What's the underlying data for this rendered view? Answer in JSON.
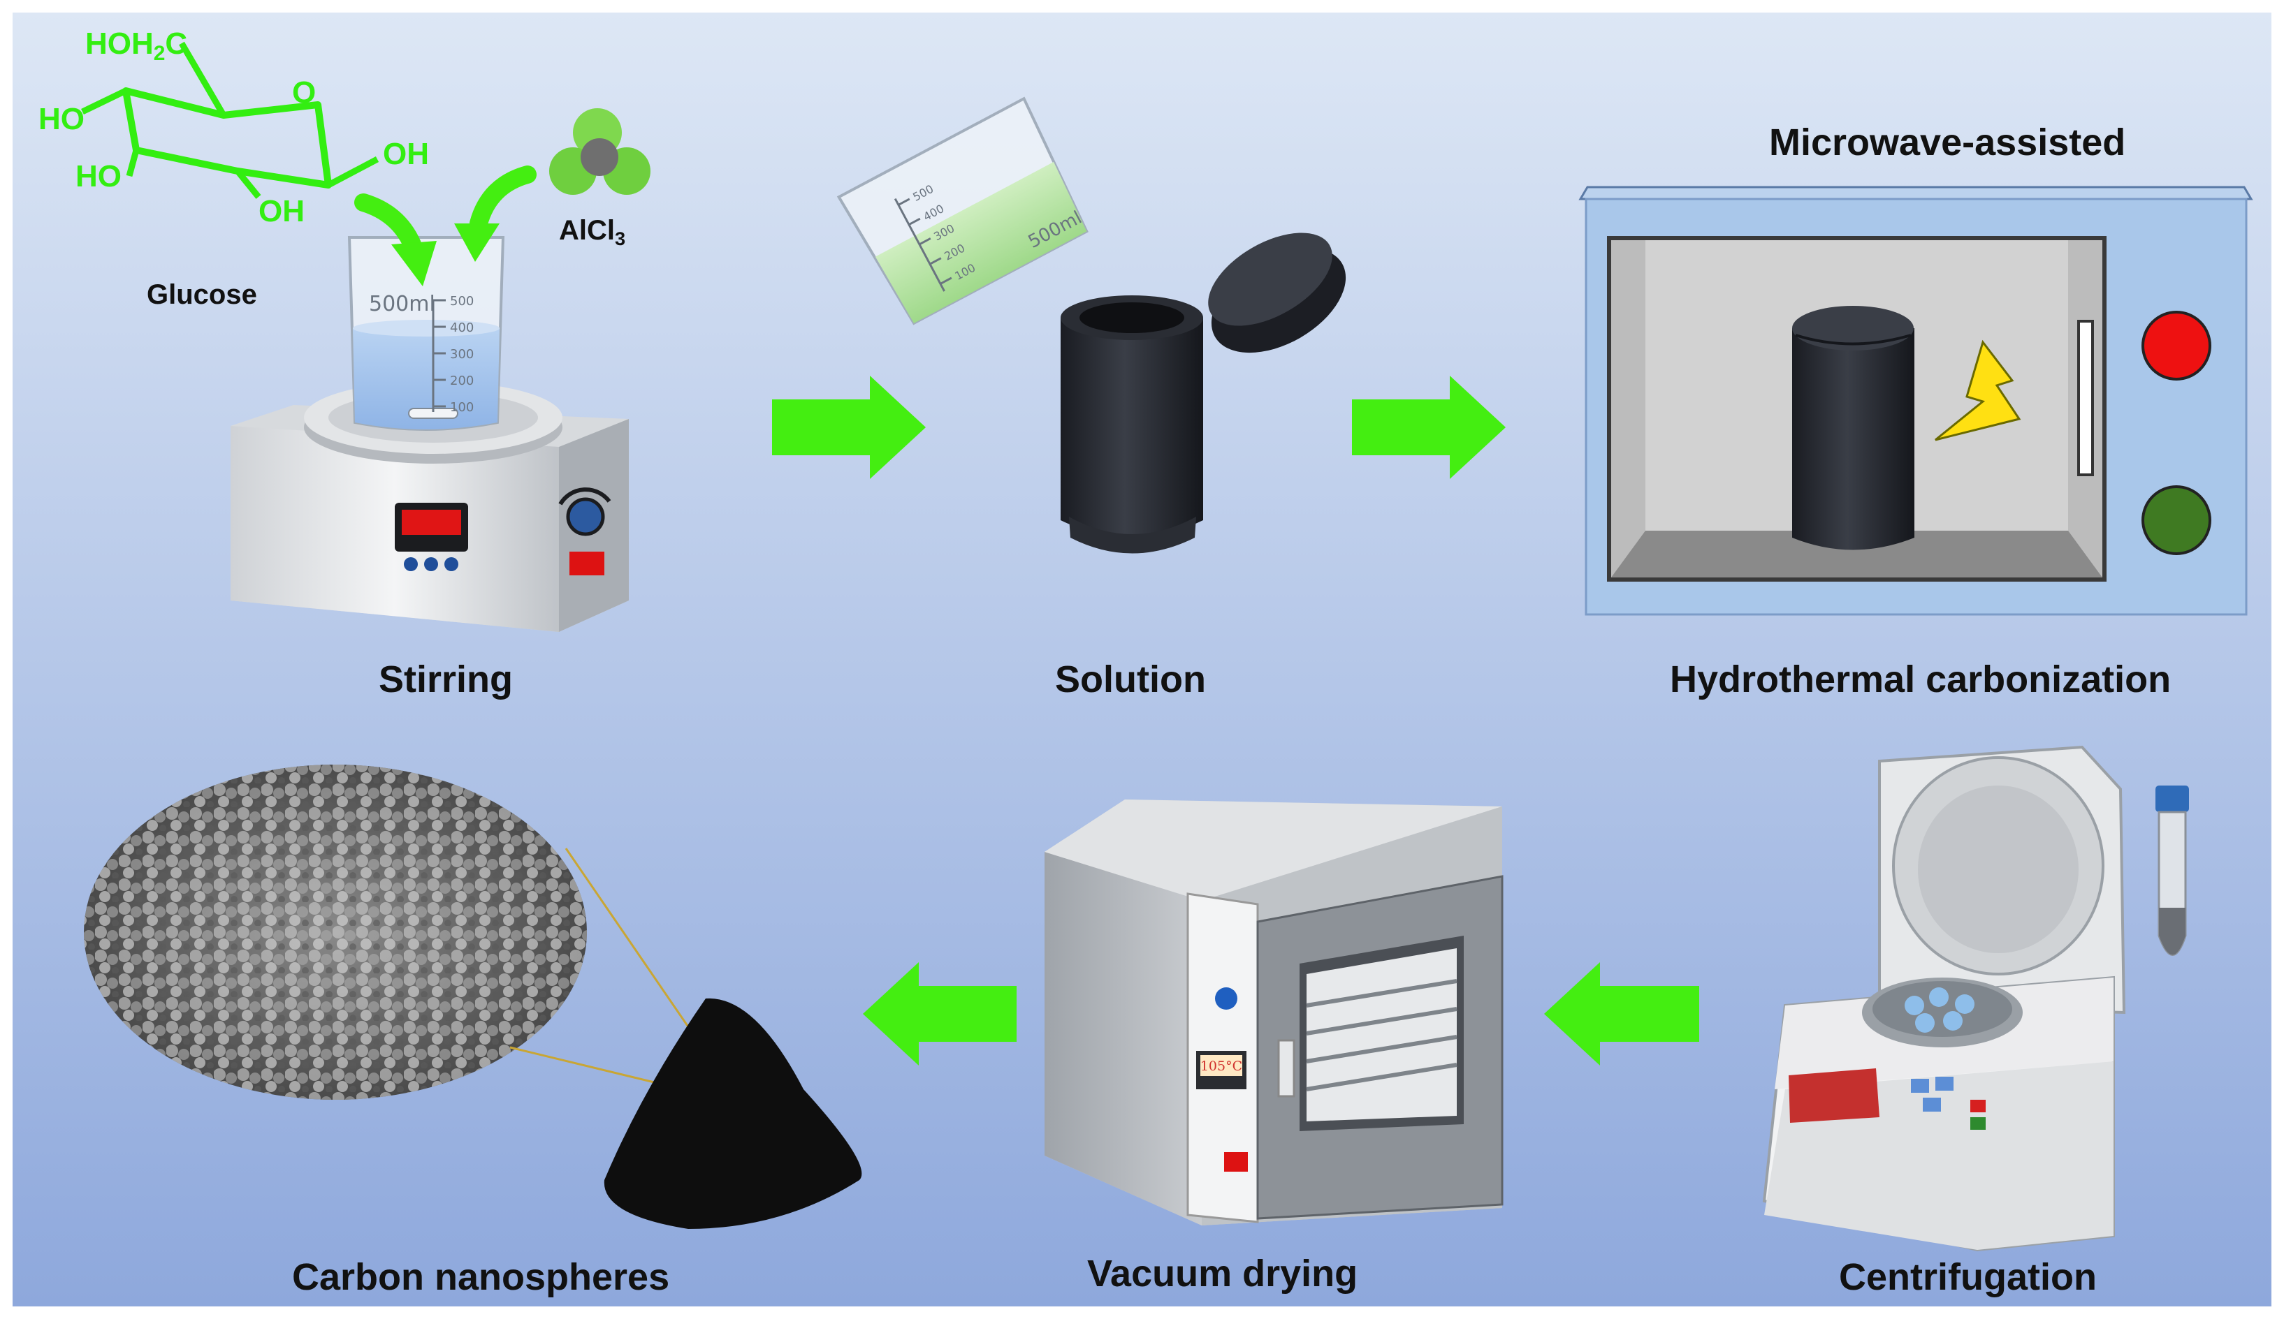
{
  "stages": {
    "stirring": "Stirring",
    "solution": "Solution",
    "hydrothermal": "Hydrothermal  carbonization",
    "centrifugation": "Centrifugation",
    "vacuum_drying": "Vacuum drying",
    "carbon_nanospheres": "Carbon nanospheres"
  },
  "annotations": {
    "microwave_assisted": "Microwave-assisted",
    "glucose": "Glucose"
  },
  "chemistry": {
    "ch2oh_main": "HOH",
    "ch2oh_sub": "2",
    "ch2oh_end": "C",
    "ring_o": "O",
    "ho_left": "HO",
    "ho_lower": "HO",
    "oh_right": "OH",
    "oh_bottom": "OH",
    "alcl3_main": "AlCl",
    "alcl3_sub": "3"
  },
  "graduations": {
    "beaker_volume": "500ml",
    "beaker_ticks": [
      "500",
      "400",
      "300",
      "200",
      "100"
    ],
    "tilted_volume": "500ml",
    "tilted_ticks": [
      "500",
      "400",
      "300",
      "200",
      "100"
    ]
  },
  "oven": {
    "temperature": "105°C"
  },
  "colors": {
    "background_top": "#dce6f4",
    "background_bottom": "#8ea9dd",
    "arrow_green": "#44ee11",
    "glucose_green": "#33ee11",
    "microwave_body": "#a9c7ea",
    "button_red": "#ee1111",
    "button_green": "#3f7a22"
  }
}
